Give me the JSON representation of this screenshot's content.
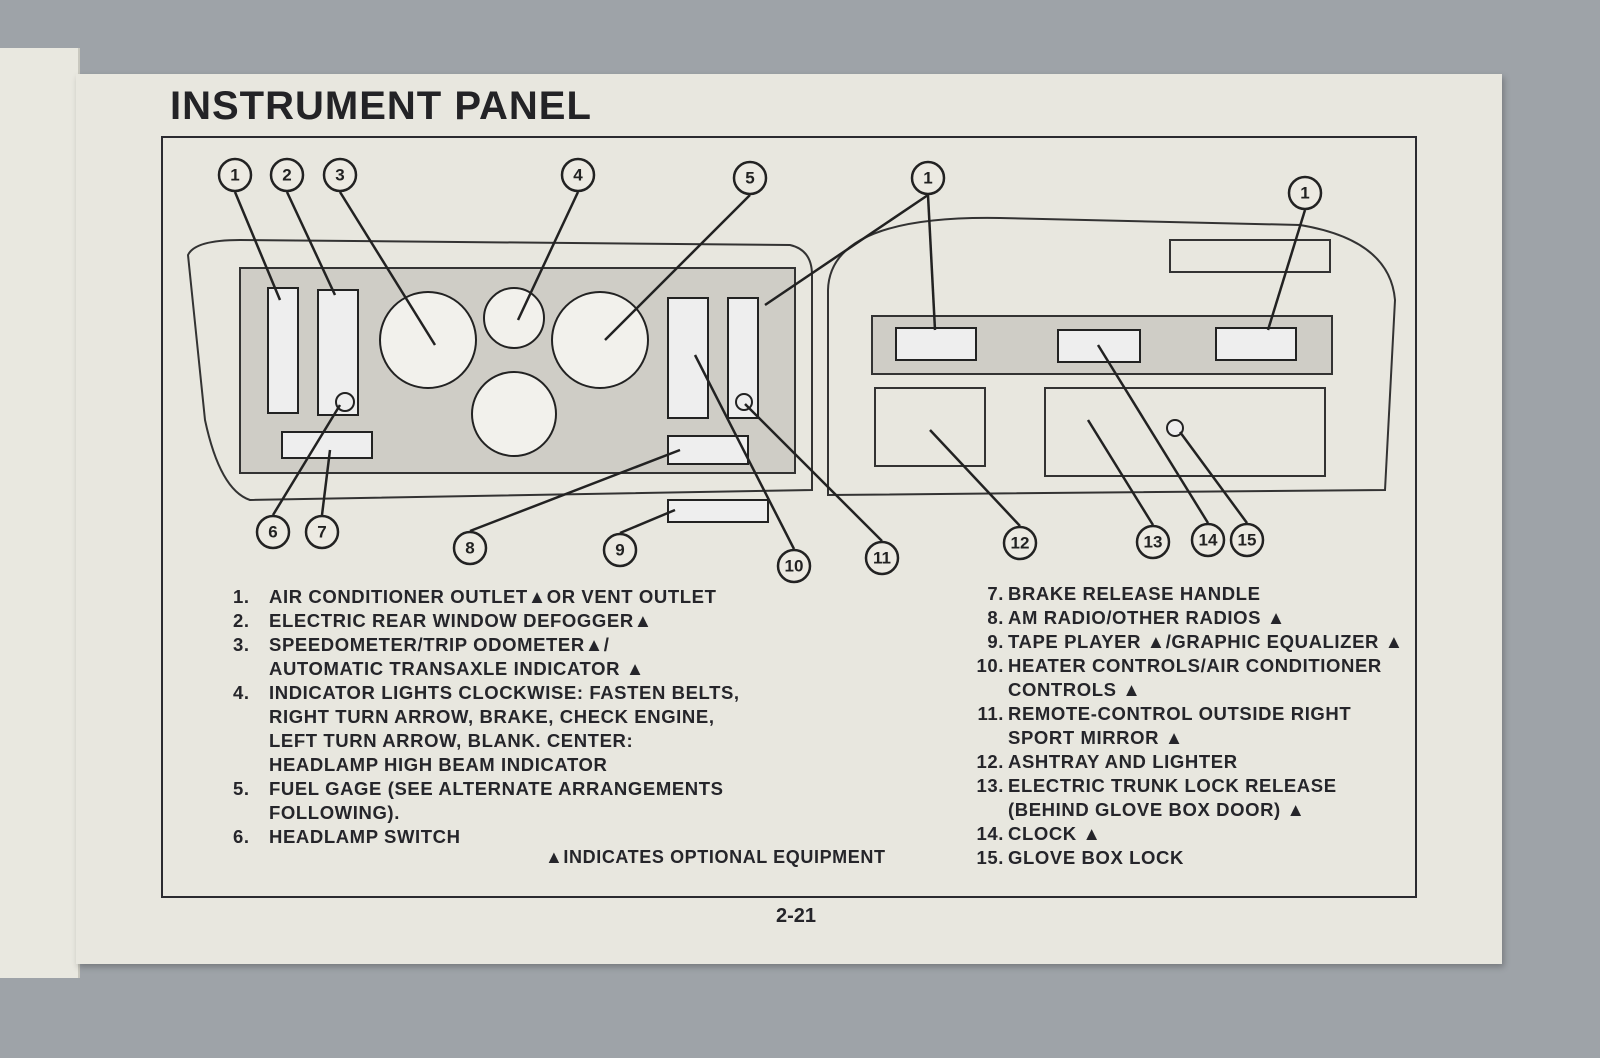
{
  "title": "INSTRUMENT PANEL",
  "callouts": [
    "1",
    "2",
    "3",
    "4",
    "5",
    "1",
    "1",
    "6",
    "7",
    "8",
    "9",
    "10",
    "11",
    "12",
    "13",
    "14",
    "15"
  ],
  "legend_left": [
    {
      "num": "1.",
      "lines": [
        "AIR CONDITIONER OUTLET▲OR VENT OUTLET"
      ]
    },
    {
      "num": "2.",
      "lines": [
        "ELECTRIC REAR WINDOW DEFOGGER▲"
      ]
    },
    {
      "num": "3.",
      "lines": [
        "SPEEDOMETER/TRIP ODOMETER▲/",
        "AUTOMATIC TRANSAXLE INDICATOR ▲"
      ]
    },
    {
      "num": "4.",
      "lines": [
        "INDICATOR LIGHTS CLOCKWISE: FASTEN BELTS,",
        "RIGHT TURN ARROW, BRAKE, CHECK ENGINE,",
        "LEFT TURN ARROW, BLANK. CENTER:",
        "HEADLAMP HIGH BEAM INDICATOR"
      ]
    },
    {
      "num": "5.",
      "lines": [
        "FUEL GAGE (SEE ALTERNATE ARRANGEMENTS",
        "FOLLOWING)."
      ]
    },
    {
      "num": "6.",
      "lines": [
        "HEADLAMP SWITCH"
      ]
    }
  ],
  "legend_right": [
    {
      "num": "7.",
      "lines": [
        "BRAKE RELEASE HANDLE"
      ]
    },
    {
      "num": "8.",
      "lines": [
        "AM RADIO/OTHER RADIOS ▲"
      ]
    },
    {
      "num": "9.",
      "lines": [
        "TAPE PLAYER ▲/GRAPHIC EQUALIZER ▲"
      ]
    },
    {
      "num": "10.",
      "lines": [
        "HEATER CONTROLS/AIR CONDITIONER",
        "CONTROLS ▲"
      ]
    },
    {
      "num": "11.",
      "lines": [
        "REMOTE-CONTROL OUTSIDE RIGHT",
        "SPORT MIRROR ▲"
      ]
    },
    {
      "num": "12.",
      "lines": [
        "ASHTRAY AND LIGHTER"
      ]
    },
    {
      "num": "13.",
      "lines": [
        "ELECTRIC TRUNK LOCK RELEASE",
        "(BEHIND GLOVE BOX DOOR) ▲"
      ]
    },
    {
      "num": "14.",
      "lines": [
        "CLOCK ▲"
      ]
    },
    {
      "num": "15.",
      "lines": [
        "GLOVE BOX LOCK"
      ]
    }
  ],
  "footnote": "▲INDICATES OPTIONAL EQUIPMENT",
  "page_number": "2-21"
}
